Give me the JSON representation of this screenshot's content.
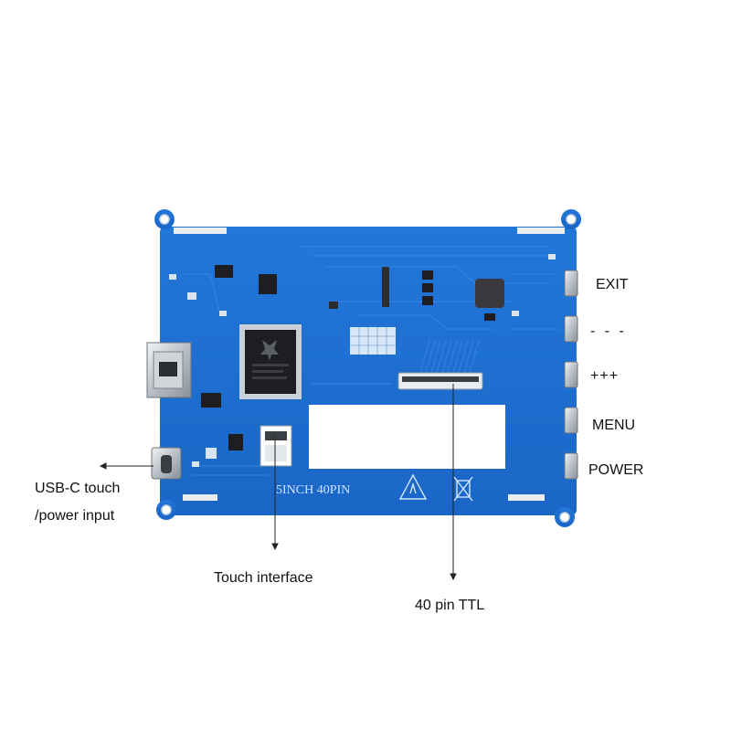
{
  "labels": {
    "exit": "EXIT",
    "minus": "- - -",
    "plus": "+++",
    "menu": "MENU",
    "power": "POWER",
    "usbc_line1": "USB-C touch",
    "usbc_line2": "/power input",
    "touch": "Touch interface",
    "ttl": "40 pin TTL"
  },
  "board": {
    "silkscreen": "5INCH  40PIN"
  },
  "colors": {
    "pcb": "#1d6fd1",
    "pcb_dark": "#1559b0",
    "trace": "#2f82e0",
    "pad": "#d9e4ee",
    "chip": "#1e1e22",
    "leader": "#222222"
  }
}
